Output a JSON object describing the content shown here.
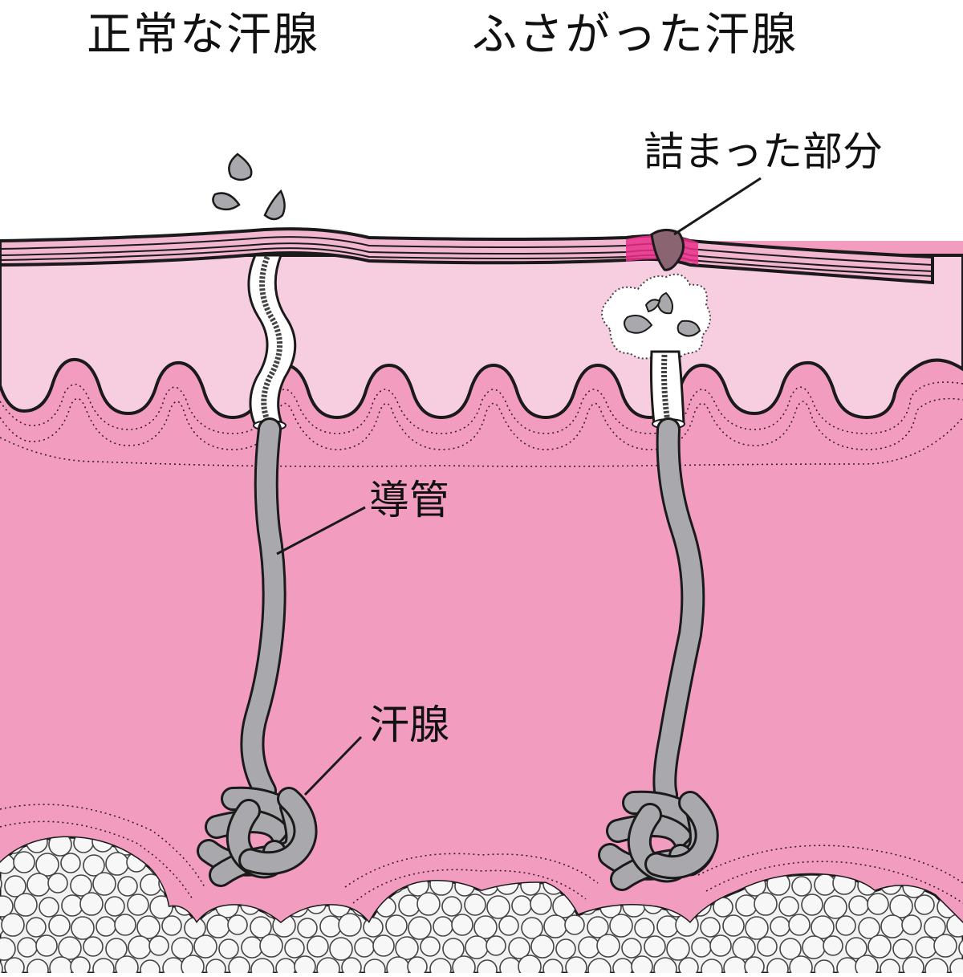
{
  "titles": {
    "normal": "正常な汗腺",
    "blocked": "ふさがった汗腺"
  },
  "labels": {
    "clogged_part": "詰まった部分",
    "duct": "導管",
    "gland": "汗腺"
  },
  "colors": {
    "dermis": "#f29dbf",
    "epidermis": "#f7cde0",
    "surface": "#f3b6d0",
    "highlight": "#e8308a",
    "duct": "#a9a9ad",
    "plug": "#8a6470",
    "fat": "#f2f2f2",
    "outline": "#1a1a1a"
  },
  "icons": [
    "sweat-drop-icon",
    "clog-plug-icon",
    "fat-cell-icon"
  ]
}
